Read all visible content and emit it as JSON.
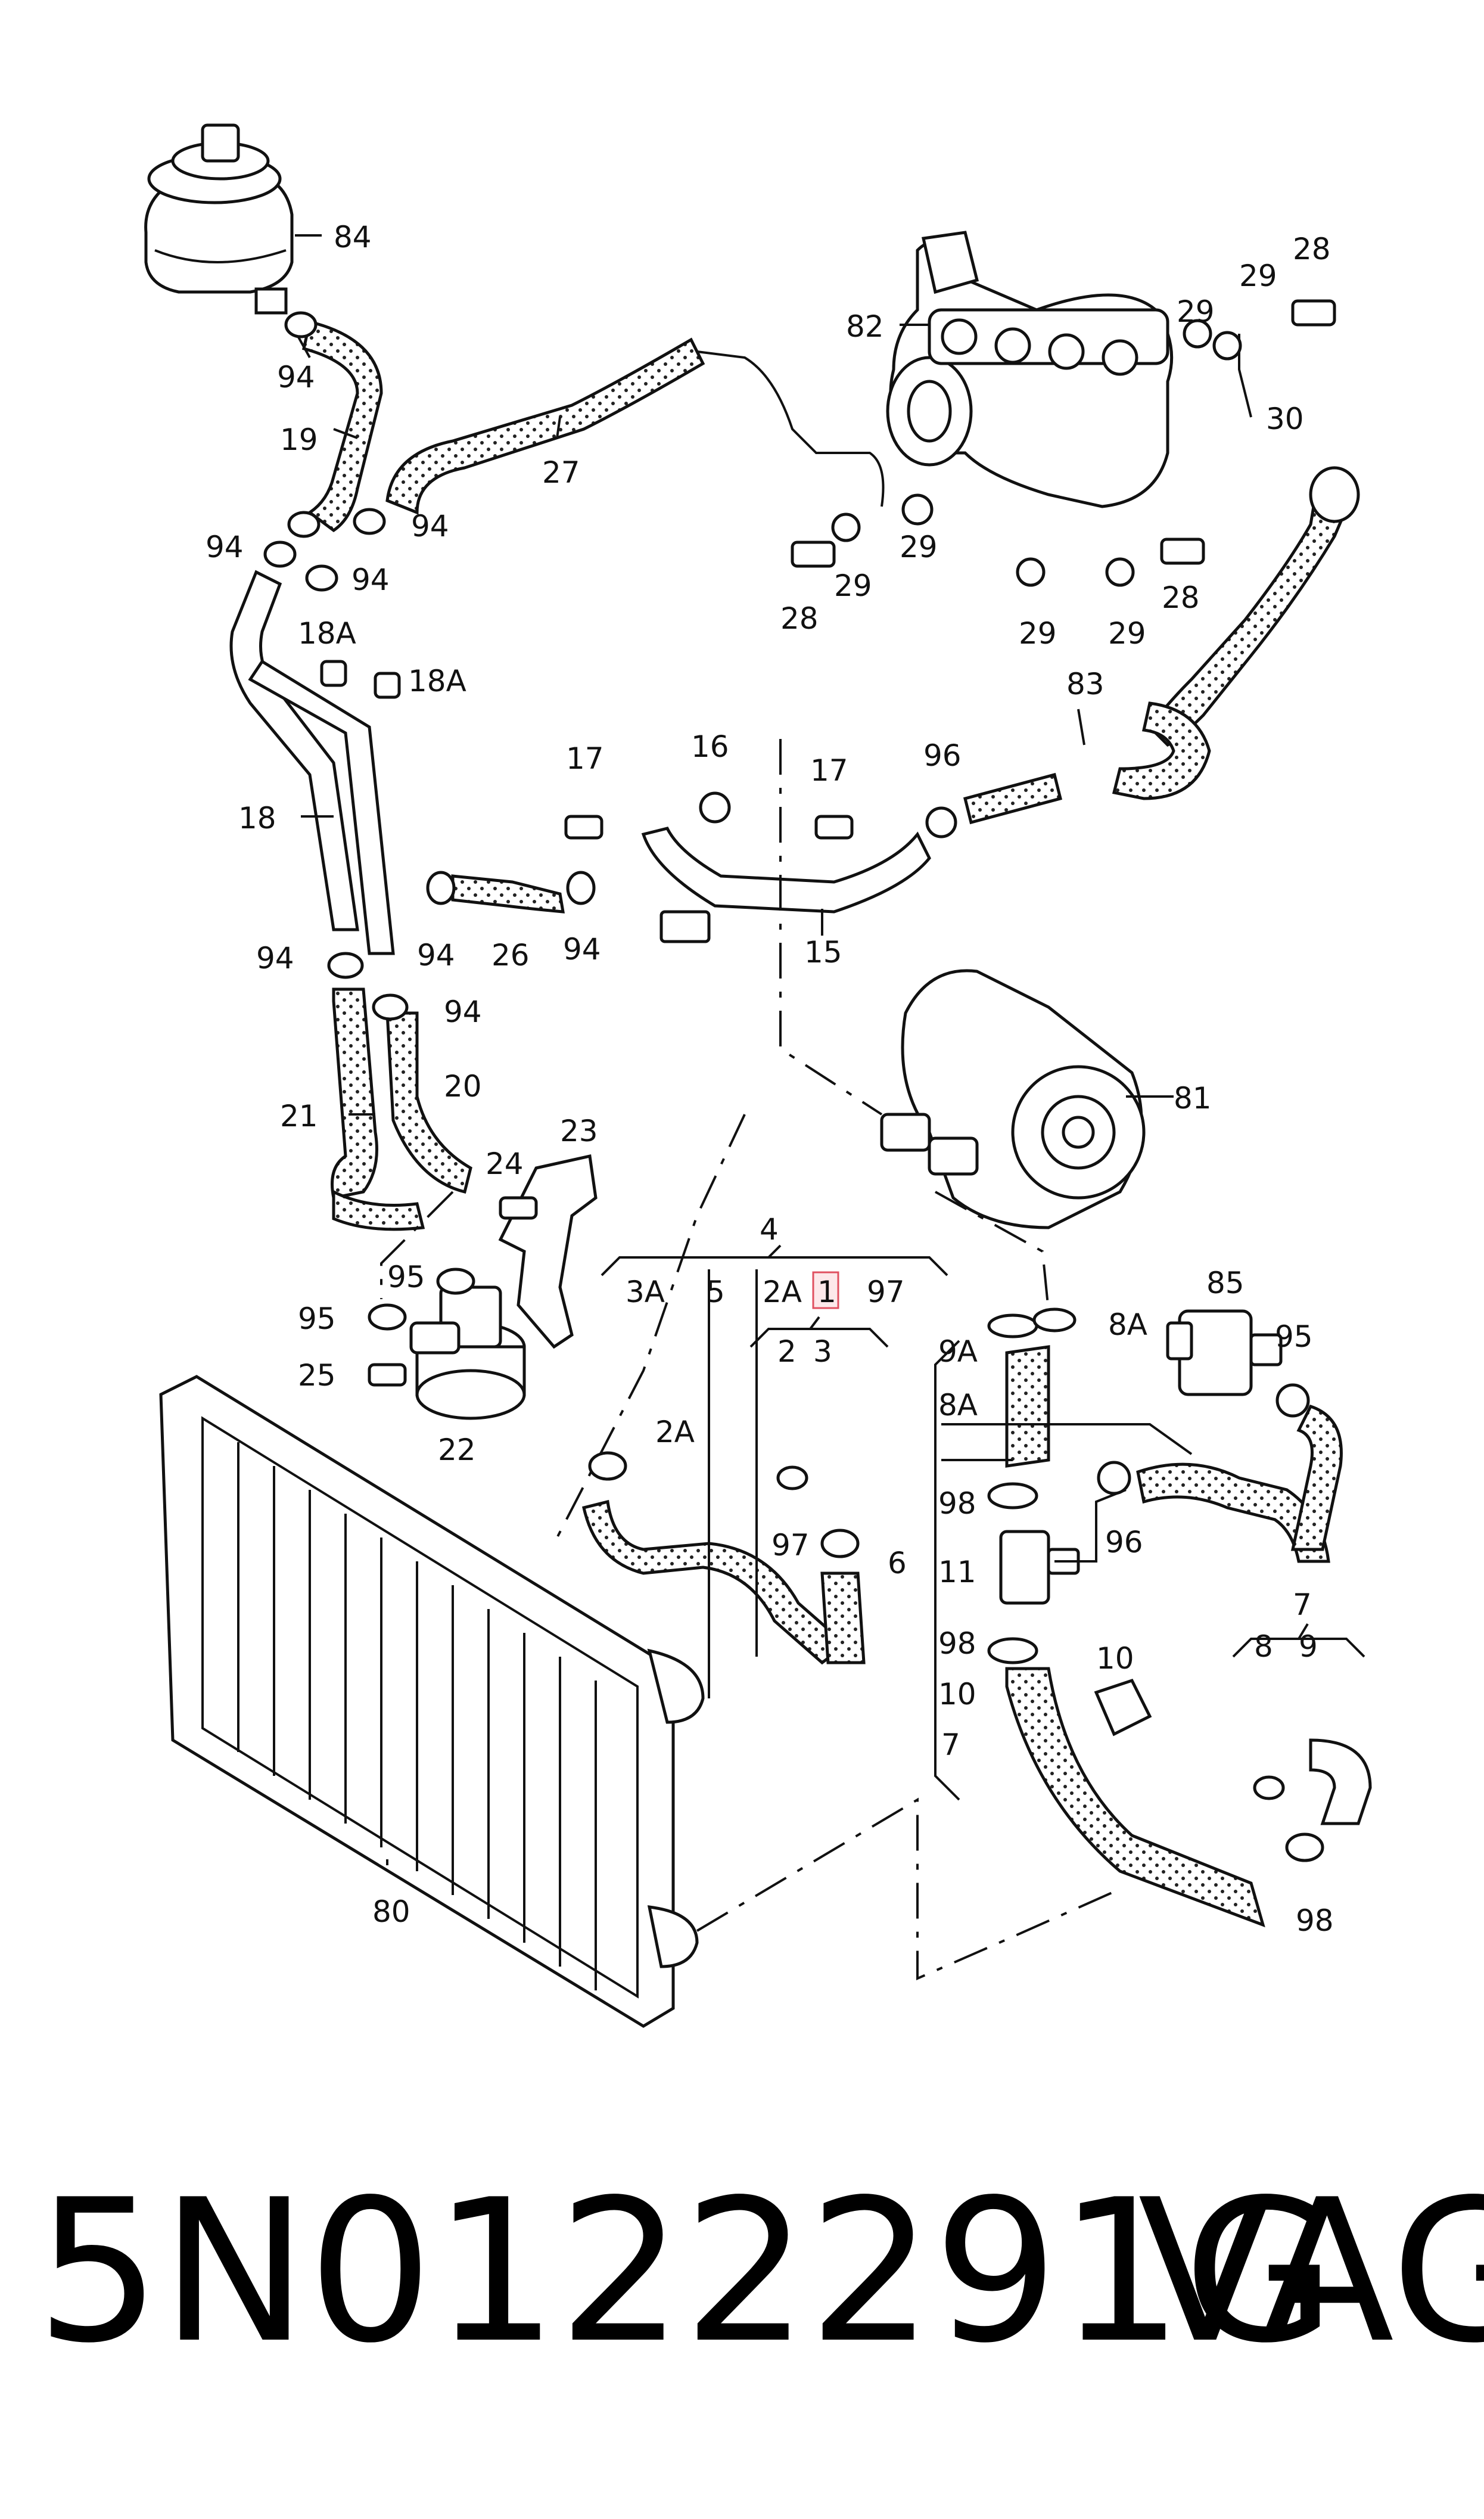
{
  "part_number": "5N0122291G",
  "brand": "VAG",
  "highlighted_label": "1",
  "labels": {
    "l84": "84",
    "l94a": "94",
    "l19": "19",
    "l94b": "94",
    "l94c": "94",
    "l94d": "94",
    "l27": "27",
    "l82": "82",
    "l29a": "29",
    "l29b": "29",
    "l28a": "28",
    "l30": "30",
    "l29c": "29",
    "l29d": "29",
    "l28b": "28",
    "l29e": "29",
    "l29f": "29",
    "l28c": "28",
    "l18Aa": "18A",
    "l18Ab": "18A",
    "l83": "83",
    "l18": "18",
    "l17a": "17",
    "l16": "16",
    "l17b": "17",
    "l96a": "96",
    "l94e": "94",
    "l26": "26",
    "l94f": "94",
    "l15": "15",
    "l94g": "94",
    "l94h": "94",
    "l20": "20",
    "l81": "81",
    "l21": "21",
    "l23": "23",
    "l24": "24",
    "l4": "4",
    "l3A": "3A",
    "l5": "5",
    "l2Aa": "2A",
    "l1": "1",
    "l97a": "97",
    "l95a": "95",
    "l95b": "95",
    "l25": "25",
    "l22": "22",
    "l2": "2",
    "l3": "3",
    "l2Ab": "2A",
    "l97b": "97",
    "l9Aa": "9A",
    "l8Aa": "8A",
    "l8Ab": "8A",
    "l85": "85",
    "l95c": "95",
    "l98a": "98",
    "l96b": "96",
    "l6": "6",
    "l11": "11",
    "l98b": "98",
    "l10a": "10",
    "l10b": "10",
    "l7a": "7",
    "l7b": "7",
    "l8": "8",
    "l9": "9",
    "l98c": "98",
    "l80": "80"
  }
}
